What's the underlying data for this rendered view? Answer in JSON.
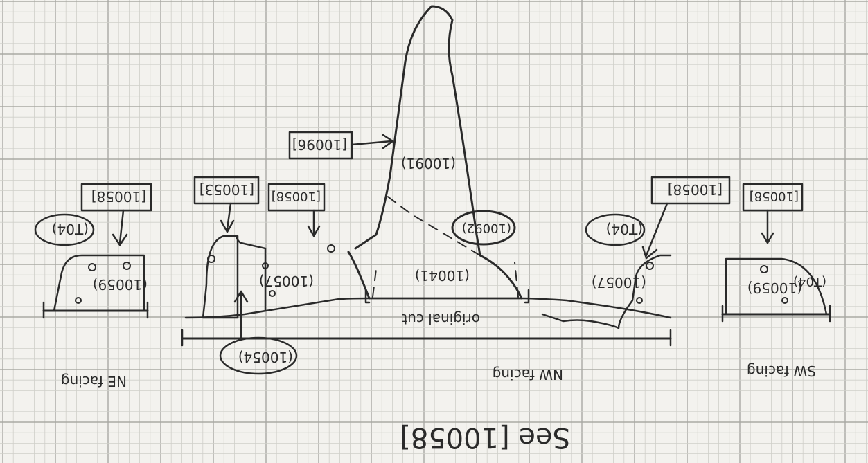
{
  "page": {
    "orientation_note_text": "",
    "paper": "graph paper",
    "ink_color": "#2a2a2a",
    "grid_minor_color": "#cfcfc9",
    "grid_major_color": "#a9a9a3",
    "paper_color": "#f3f2ee"
  },
  "labels": {
    "see_reference": "See [10058]",
    "section_ne": "NE facing",
    "section_nw": "NW facing",
    "section_sw": "SW facing",
    "original_cut": "original cut"
  },
  "context_boxes": {
    "ne_top": "[10058]",
    "center_left_top": "[10053]",
    "center_left_mid": "[10058]",
    "center_high": "[10096]",
    "center_right": "[10058]",
    "sw_top": "[10058]"
  },
  "fills": {
    "ne_fill": "(10059)",
    "ne_topsoil": "(T04)",
    "left_cut_fill": "(10054)",
    "left_mid_fill": "(10057)",
    "central_fill": "(10041)",
    "upper_fill": "(10091)",
    "circled_fill": "(10092)",
    "right_fill": "(10057)",
    "right_topsoil": "(T04)",
    "sw_fill": "(10059)",
    "sw_topsoil": "(T04)"
  }
}
